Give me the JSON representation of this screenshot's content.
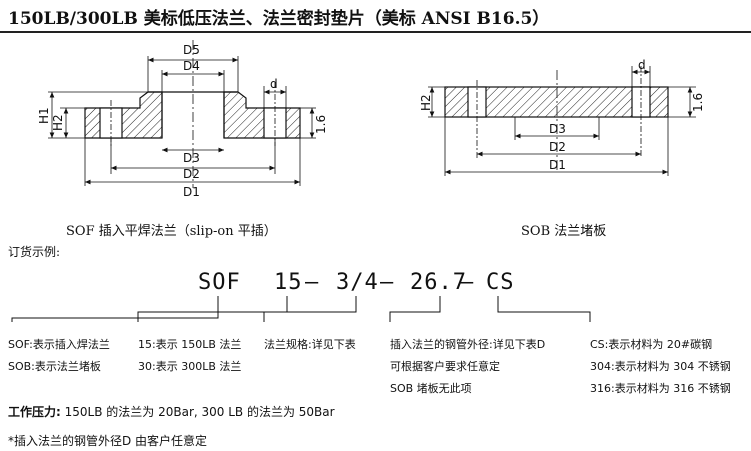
{
  "title": "150LB/300LB 美标低压法兰、法兰密封垫片（美标 ANSI B16.5）",
  "sof": {
    "caption": "SOF 插入平焊法兰（slip-on 平插）",
    "labels": {
      "d5": "D5",
      "d4": "D4",
      "d3": "D3",
      "d2": "D2",
      "d1": "D1",
      "h1": "H1",
      "h2": "H2",
      "d": "d",
      "gasket": "1.6"
    }
  },
  "sob": {
    "caption": "SOB 法兰堵板",
    "labels": {
      "d3": "D3",
      "d2": "D2",
      "d1": "D1",
      "h2": "H2",
      "d": "d",
      "gasket": "1.6"
    }
  },
  "order_heading": "订货示例:",
  "code": {
    "p1": "SOF",
    "p2": "15",
    "p3": "3/4",
    "p4": "26.7",
    "p5": "CS",
    "dash": "—"
  },
  "notes": {
    "type_sof": "SOF:表示插入焊法兰",
    "type_sob": "SOB:表示法兰堵板",
    "rating_15": "15:表示 150LB 法兰",
    "rating_30": "30:表示 300LB 法兰",
    "spec": "法兰规格:详见下表",
    "pipe_1": "插入法兰的钢管外径:详见下表D",
    "pipe_2": "可根据客户要求任意定",
    "pipe_3": "SOB 堵板无此项",
    "mat_cs": "CS:表示材料为 20#碳钢",
    "mat_304": "304:表示材料为 304 不锈钢",
    "mat_316": "316:表示材料为 316 不锈钢"
  },
  "pressure": {
    "label": "工作压力:",
    "text": "150LB 的法兰为 20Bar, 300 LB 的法兰为 50Bar"
  },
  "footnote": "*插入法兰的钢管外径D 由客户任意定"
}
